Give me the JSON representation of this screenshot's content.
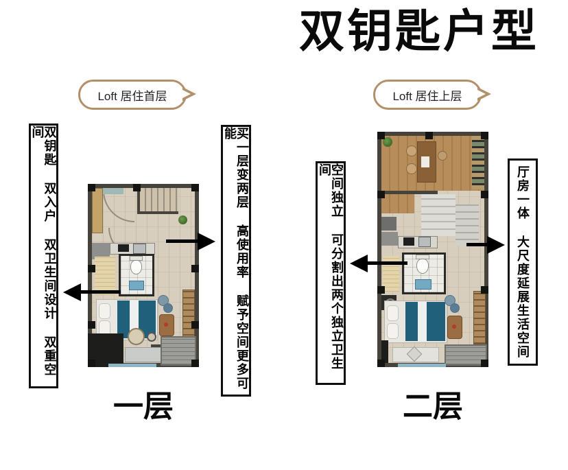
{
  "title": "双钥匙户型",
  "floor1": {
    "bubble": "Loft 居住首层",
    "label": "一层",
    "callout_left": "双钥匙 双入户 双卫生间设计 双重空间",
    "callout_right": "买一层变两层 高使用率 赋予空间更多可能"
  },
  "floor2": {
    "bubble": "Loft 居住上层",
    "label": "二层",
    "callout_left": "空间独立 可分割出两个独立卫生间",
    "callout_right": "厅房一体 大尺度延展生活空间"
  },
  "colors": {
    "bubble_border": "#b2906a",
    "callout_border": "#0e0e0e",
    "wall": "#45433c",
    "floor": "#d8cebd",
    "wood": "#b78e5b",
    "bed_teal": "#20607a",
    "arrow": "#000000"
  }
}
